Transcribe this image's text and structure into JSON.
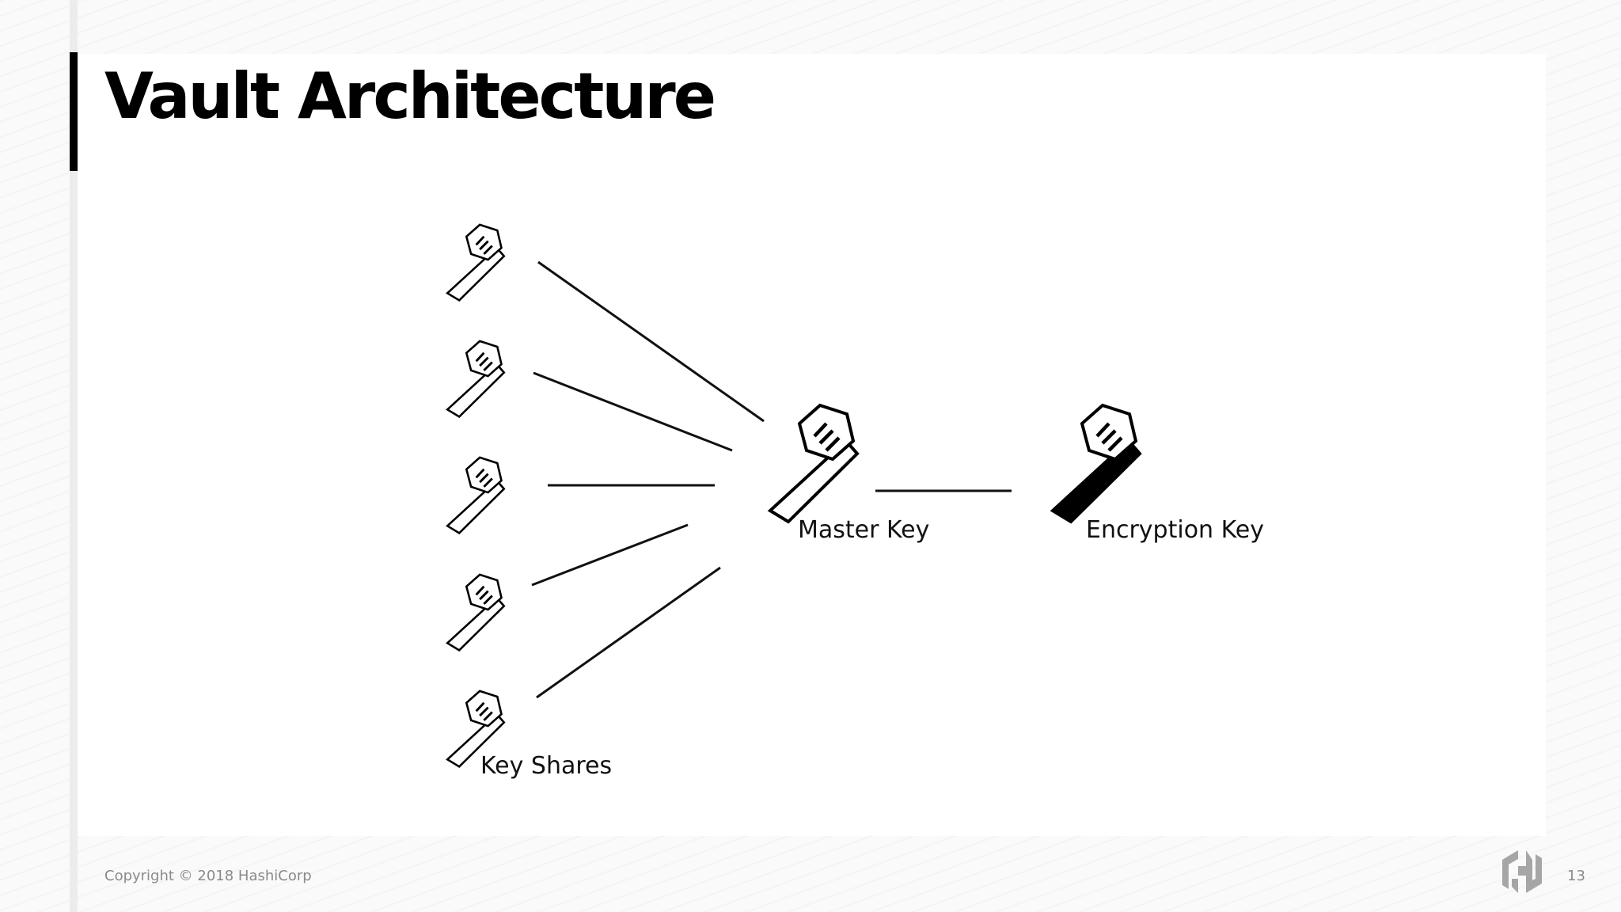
{
  "slide": {
    "title": "Vault Architecture",
    "page_number": "13"
  },
  "diagram": {
    "nodes": {
      "key_shares": {
        "label": "Key Shares",
        "count": 5,
        "icon": "key-outline-icon"
      },
      "master_key": {
        "label": "Master Key",
        "icon": "key-outline-icon"
      },
      "encryption_key": {
        "label": "Encryption Key",
        "icon": "key-solid-icon"
      }
    },
    "edges": [
      {
        "from": "key_share_1",
        "to": "master_key"
      },
      {
        "from": "key_share_2",
        "to": "master_key"
      },
      {
        "from": "key_share_3",
        "to": "master_key"
      },
      {
        "from": "key_share_4",
        "to": "master_key"
      },
      {
        "from": "key_share_5",
        "to": "master_key"
      },
      {
        "from": "master_key",
        "to": "encryption_key"
      }
    ]
  },
  "footer": {
    "copyright": "Copyright © 2018 HashiCorp",
    "logo": "hashicorp-logo-icon"
  },
  "colors": {
    "ink": "#000000",
    "footer_text": "#8a8a8a",
    "background": "#ffffff"
  }
}
